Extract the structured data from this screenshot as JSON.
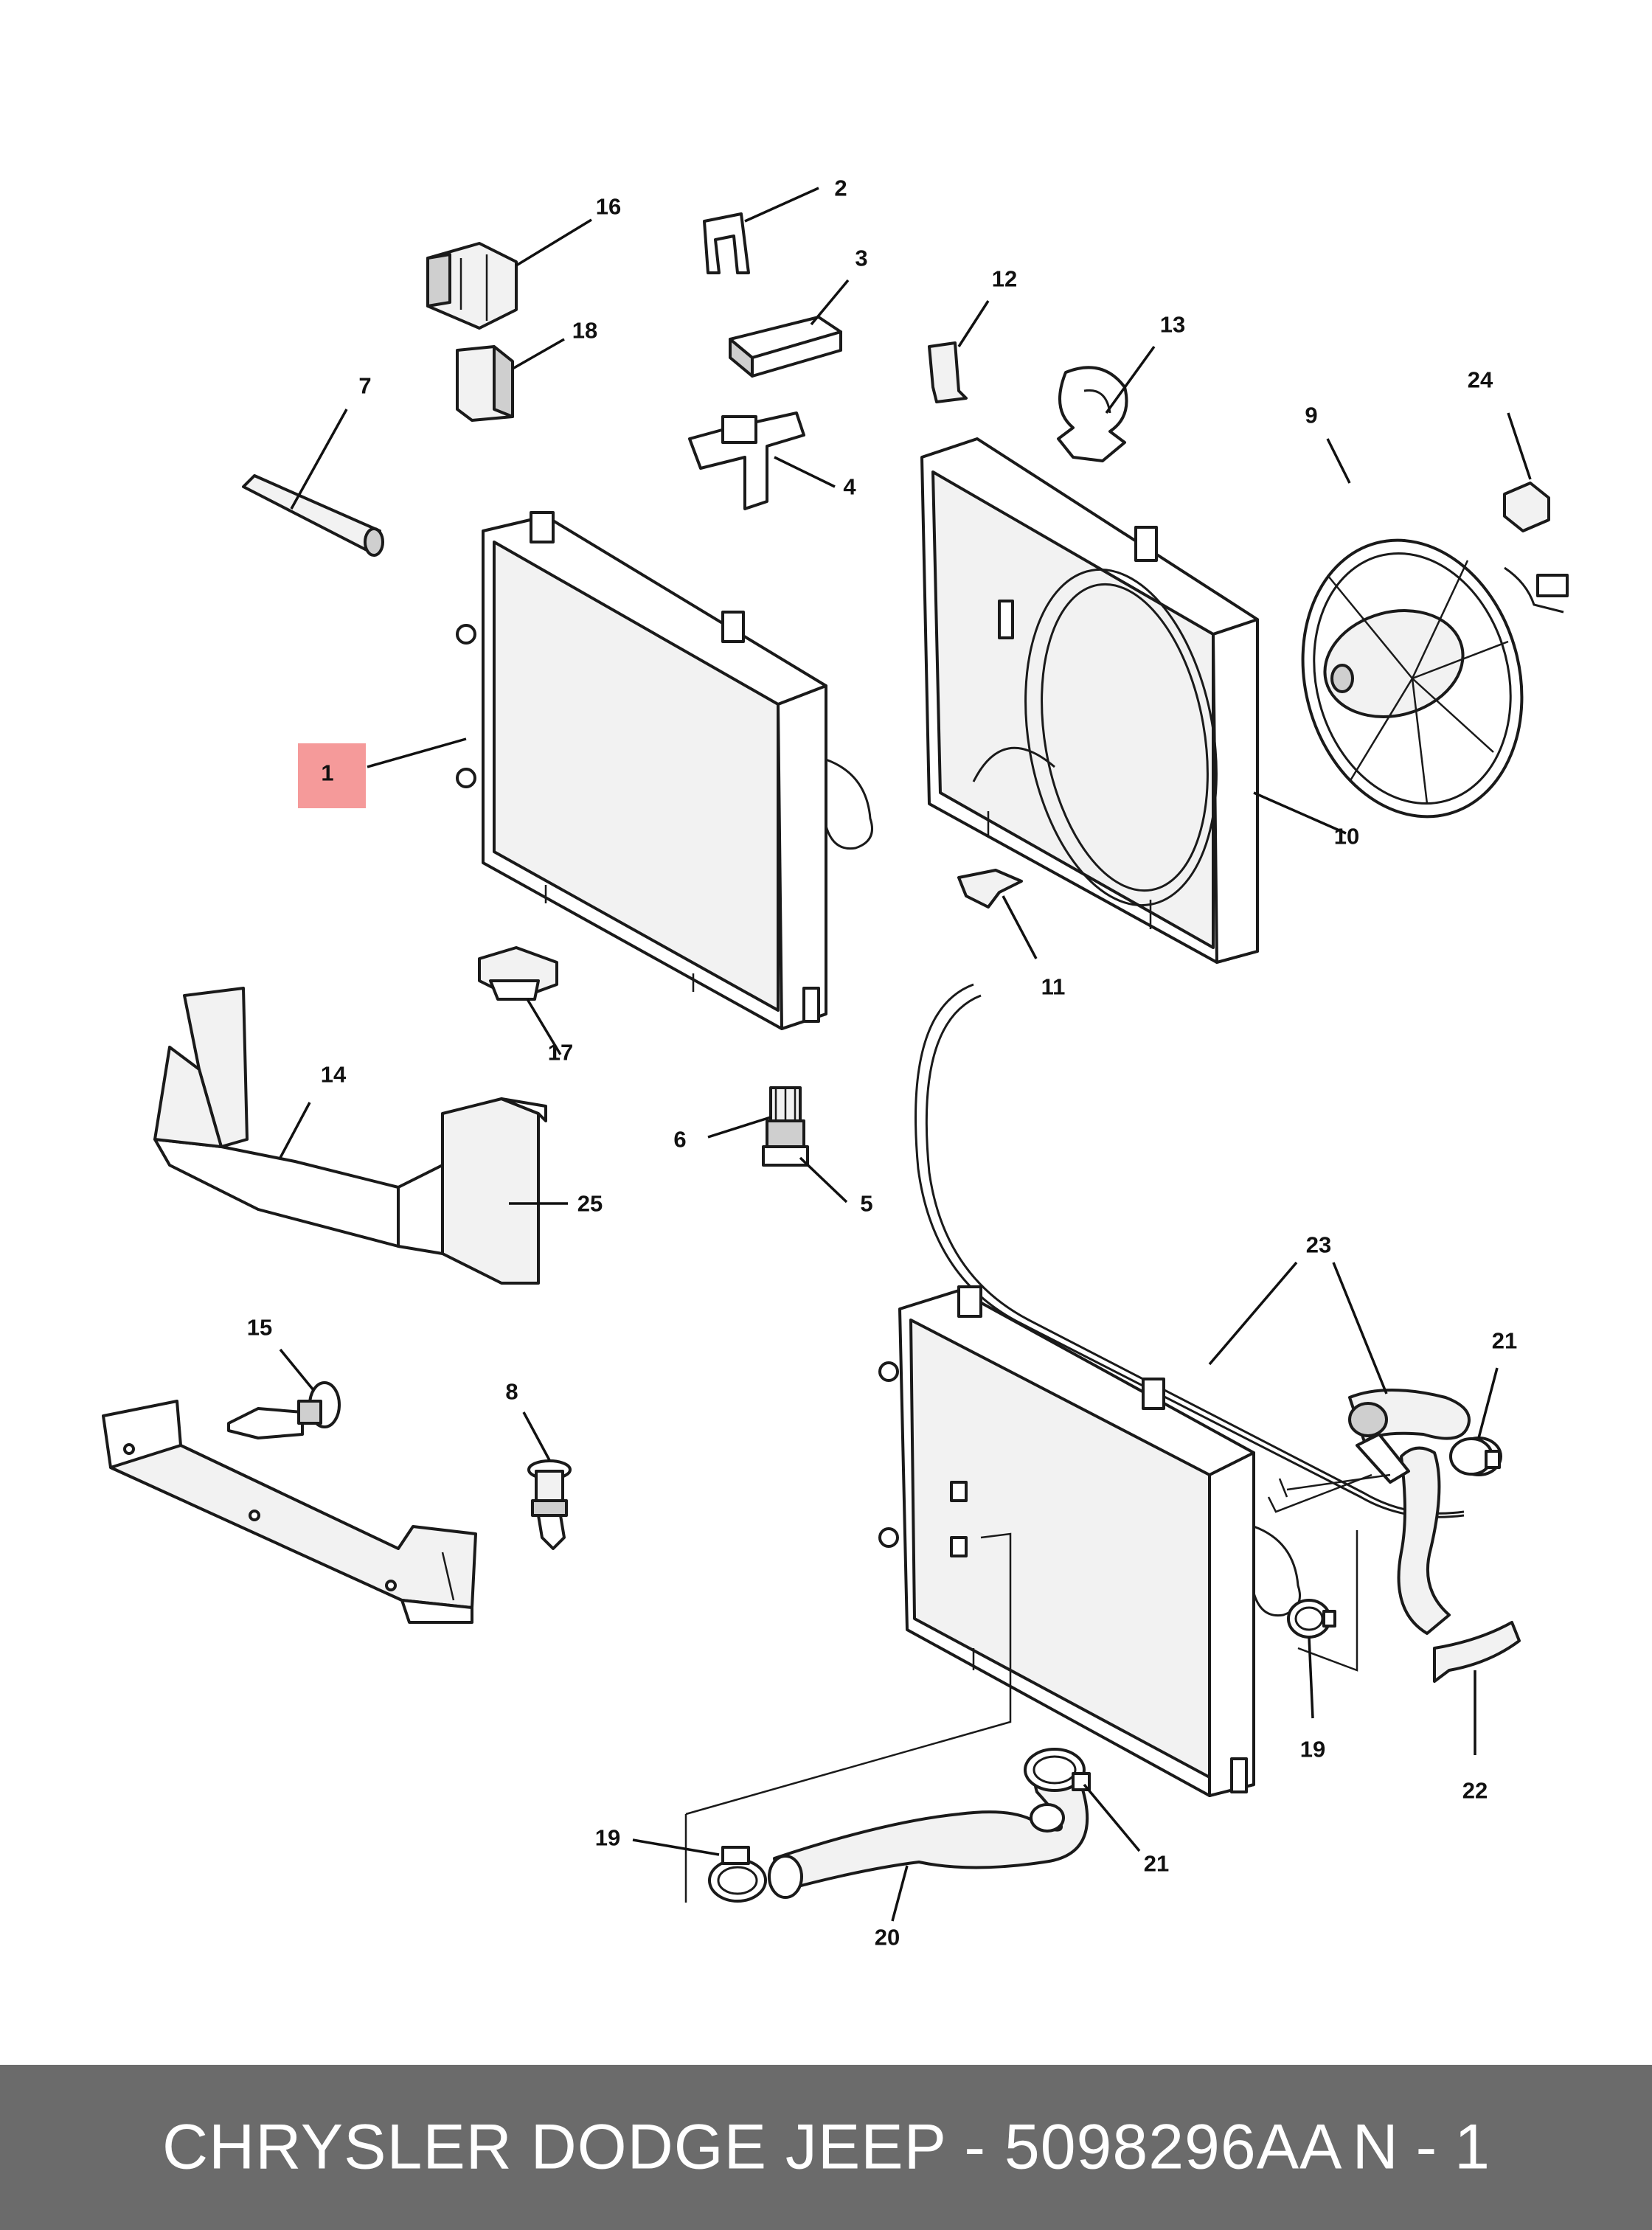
{
  "callouts": {
    "c1": "1",
    "c2": "2",
    "c3": "3",
    "c4": "4",
    "c5": "5",
    "c6": "6",
    "c7": "7",
    "c8": "8",
    "c9": "9",
    "c10": "10",
    "c11": "11",
    "c12": "12",
    "c13": "13",
    "c14": "14",
    "c15": "15",
    "c16": "16",
    "c17": "17",
    "c18": "18",
    "c19a": "19",
    "c19b": "19",
    "c20": "20",
    "c21a": "21",
    "c21b": "21",
    "c22": "22",
    "c23": "23",
    "c24": "24",
    "c25": "25"
  },
  "highlight": {
    "callout": "1",
    "color": "#f59a9a"
  },
  "footer": {
    "title": "CHRYSLER DODGE JEEP - 5098296AA",
    "page": "N - 1",
    "background": "#6b6b6b"
  }
}
